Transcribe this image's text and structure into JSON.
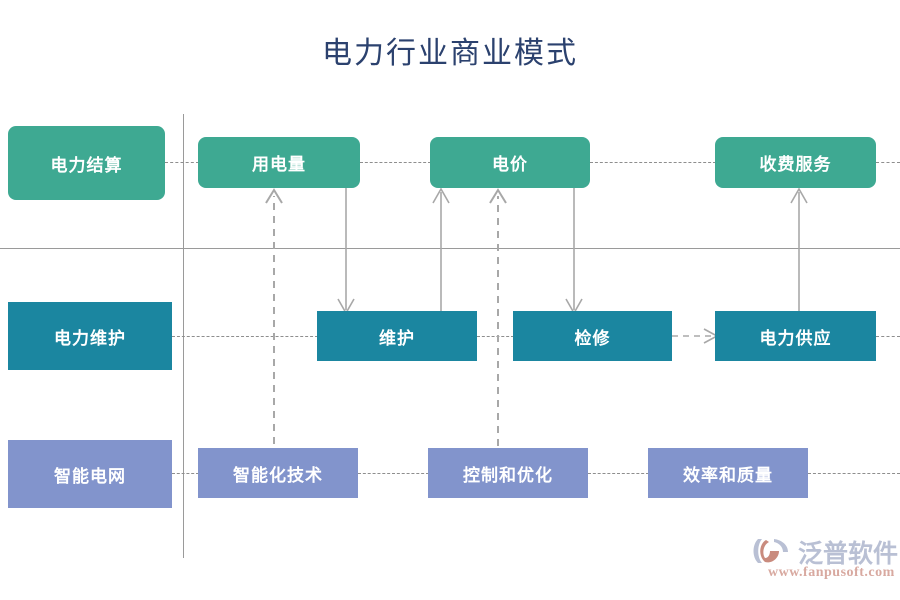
{
  "title": "电力行业商业模式",
  "theme": {
    "title_color": "#2b416e",
    "row1_color": "#3ea992",
    "row2_color": "#1b86a0",
    "row3_color": "#8294cc",
    "line_color": "#8e8e8e",
    "guide_color": "#9a9a9a",
    "node_text_color": "#ffffff"
  },
  "rows": [
    {
      "id": "settlement",
      "label": "电力结算",
      "nodes": [
        {
          "label": "电力结算",
          "role": "category"
        },
        {
          "label": "用电量",
          "role": "stage"
        },
        {
          "label": "电价",
          "role": "stage"
        },
        {
          "label": "收费服务",
          "role": "stage"
        }
      ]
    },
    {
      "id": "maintenance",
      "label": "电力维护",
      "nodes": [
        {
          "label": "电力维护",
          "role": "category"
        },
        {
          "label": "维护",
          "role": "stage"
        },
        {
          "label": "检修",
          "role": "stage"
        },
        {
          "label": "电力供应",
          "role": "stage"
        }
      ]
    },
    {
      "id": "smartgrid",
      "label": "智能电网",
      "nodes": [
        {
          "label": "智能电网",
          "role": "category"
        },
        {
          "label": "智能化技术",
          "role": "stage"
        },
        {
          "label": "控制和优化",
          "role": "stage"
        },
        {
          "label": "效率和质量",
          "role": "stage"
        }
      ]
    }
  ],
  "connections": [
    {
      "from": "智能化技术",
      "to": "用电量",
      "style": "dashed",
      "direction": "up"
    },
    {
      "from": "用电量",
      "to": "维护",
      "style": "solid",
      "direction": "down"
    },
    {
      "from": "维护",
      "to": "电价",
      "style": "solid",
      "direction": "up"
    },
    {
      "from": "控制和优化",
      "to": "电价",
      "style": "dashed",
      "direction": "up"
    },
    {
      "from": "电价",
      "to": "检修",
      "style": "solid",
      "direction": "down"
    },
    {
      "from": "检修",
      "to": "电力供应",
      "style": "solid",
      "direction": "right"
    },
    {
      "from": "电力供应",
      "to": "收费服务",
      "style": "solid",
      "direction": "up"
    },
    {
      "from": "效率和质量",
      "to": "收费服务",
      "style": "dashed",
      "direction": "up"
    }
  ],
  "watermark": {
    "brand": "泛普软件",
    "url": "www.fanpusoft.com"
  }
}
